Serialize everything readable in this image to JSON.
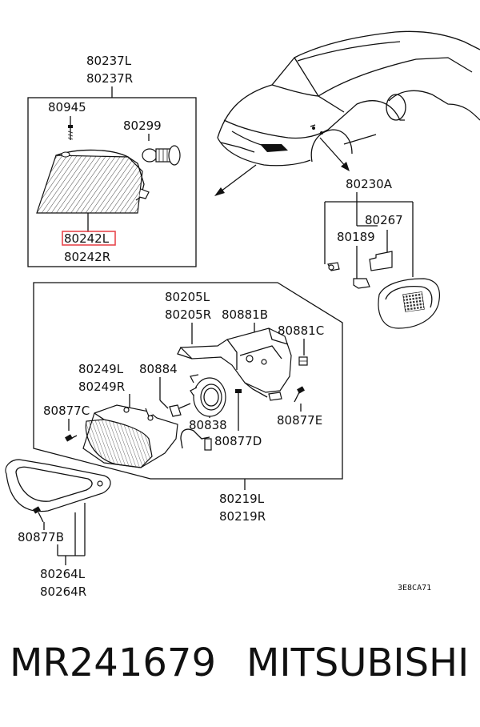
{
  "labels": {
    "lamp_l": "80237L",
    "lamp_r": "80237R",
    "screw_top": "80945",
    "bulb": "80299",
    "lens_l": "80242L",
    "lens_r": "80242R",
    "side_assy": "80230A",
    "side_bracket": "80267",
    "side_socket": "80189",
    "bracket_l": "80205L",
    "bracket_r": "80205R",
    "bolt_b": "80881B",
    "bolt_c": "80881C",
    "fog_l": "80249L",
    "fog_r": "80249R",
    "adjuster": "80884",
    "screw_c": "80877C",
    "screw_e": "80877E",
    "socket": "80838",
    "screw_d": "80877D",
    "fog_assy_l": "80219L",
    "fog_assy_r": "80219R",
    "screw_b": "80877B",
    "bezel_l": "80264L",
    "bezel_r": "80264R"
  },
  "diagram_code": "3E8CA71",
  "footer": {
    "part_number": "MR241679",
    "brand": "MITSUBISHI"
  },
  "highlight_color": "#e8484e"
}
